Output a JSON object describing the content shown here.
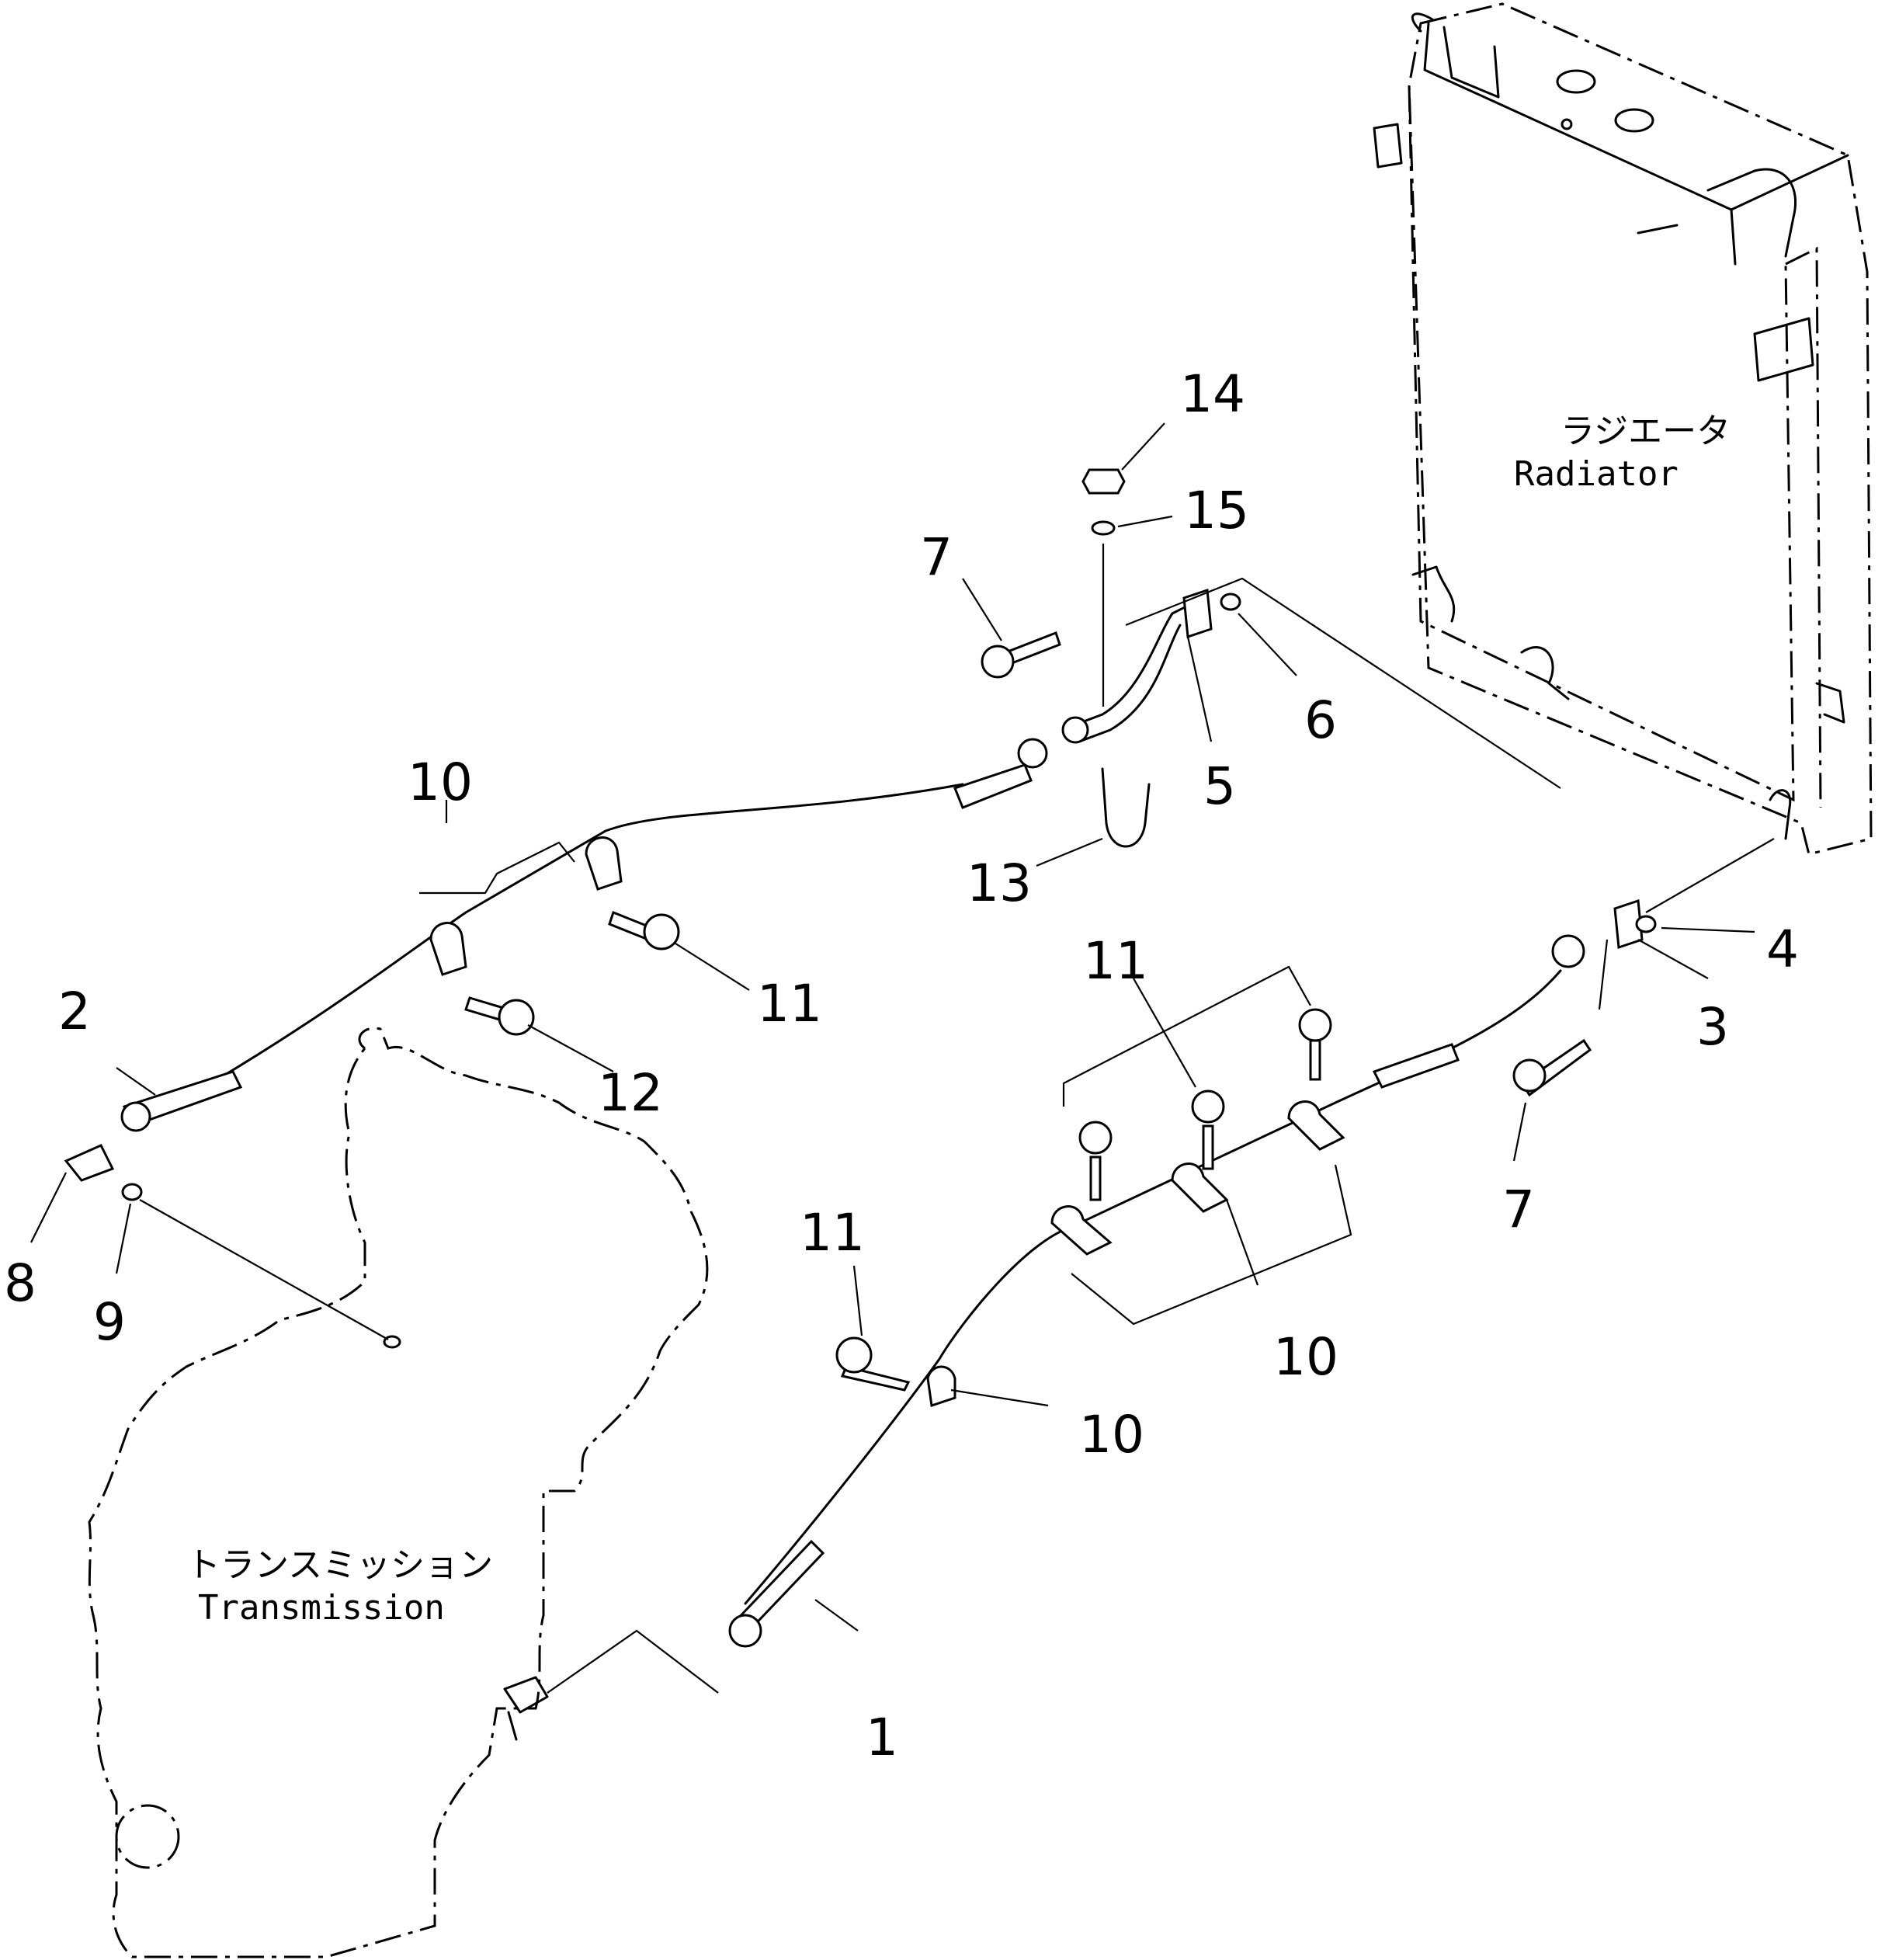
{
  "components": {
    "radiator": {
      "label_jp": "ラジエータ",
      "label_en": "Radiator"
    },
    "transmission": {
      "label_jp": "トランスミッション",
      "label_en": "Transmission"
    }
  },
  "callouts": [
    {
      "id": "c1",
      "text": "1"
    },
    {
      "id": "c2",
      "text": "2"
    },
    {
      "id": "c3",
      "text": "3"
    },
    {
      "id": "c4",
      "text": "4"
    },
    {
      "id": "c5",
      "text": "5"
    },
    {
      "id": "c6",
      "text": "6"
    },
    {
      "id": "c7a",
      "text": "7"
    },
    {
      "id": "c7b",
      "text": "7"
    },
    {
      "id": "c8",
      "text": "8"
    },
    {
      "id": "c9",
      "text": "9"
    },
    {
      "id": "c10a",
      "text": "10"
    },
    {
      "id": "c10b",
      "text": "10"
    },
    {
      "id": "c10c",
      "text": "10"
    },
    {
      "id": "c11a",
      "text": "11"
    },
    {
      "id": "c11b",
      "text": "11"
    },
    {
      "id": "c11c",
      "text": "11"
    },
    {
      "id": "c12",
      "text": "12"
    },
    {
      "id": "c13",
      "text": "13"
    },
    {
      "id": "c14",
      "text": "14"
    },
    {
      "id": "c15",
      "text": "15"
    }
  ]
}
